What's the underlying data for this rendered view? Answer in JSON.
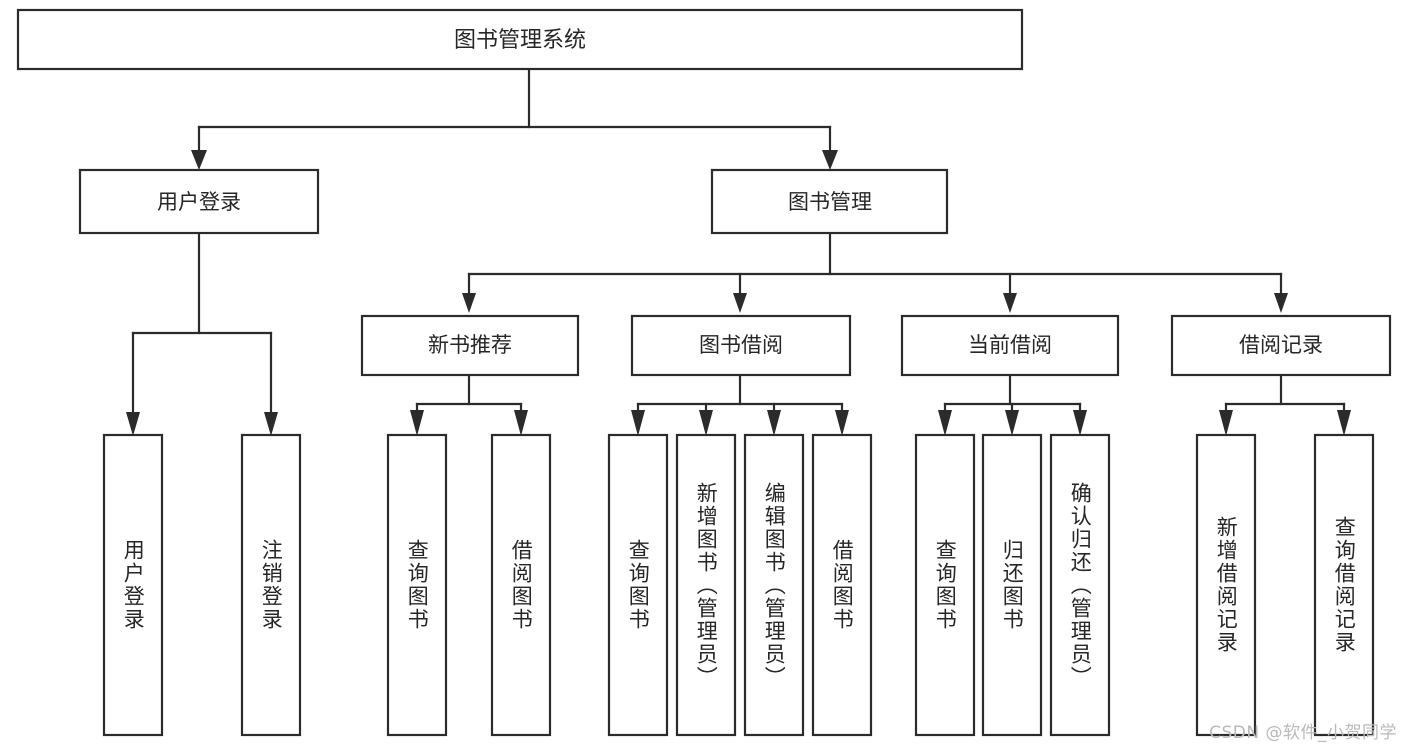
{
  "diagram": {
    "type": "tree",
    "title": "图书管理系统",
    "root": {
      "label": "图书管理系统",
      "name": "root-node"
    },
    "level1": [
      {
        "label": "用户登录",
        "name": "node-user-login"
      },
      {
        "label": "图书管理",
        "name": "node-book-management"
      }
    ],
    "level2": [
      {
        "label": "新书推荐",
        "name": "node-new-book-recommend"
      },
      {
        "label": "图书借阅",
        "name": "node-book-borrow"
      },
      {
        "label": "当前借阅",
        "name": "node-current-borrow"
      },
      {
        "label": "借阅记录",
        "name": "node-borrow-record"
      }
    ],
    "leaves": {
      "user_login": [
        {
          "label": "用户登录",
          "name": "leaf-user-login"
        },
        {
          "label": "注销登录",
          "name": "leaf-user-logout"
        }
      ],
      "new_book_recommend": [
        {
          "label": "查询图书",
          "name": "leaf-query-book-recommend"
        },
        {
          "label": "借阅图书",
          "name": "leaf-borrow-book-recommend"
        }
      ],
      "book_borrow": [
        {
          "label": "查询图书",
          "name": "leaf-query-book-borrow"
        },
        {
          "label": "新增图书（管理员）",
          "name": "leaf-add-book-admin"
        },
        {
          "label": "编辑图书（管理员）",
          "name": "leaf-edit-book-admin"
        },
        {
          "label": "借阅图书",
          "name": "leaf-borrow-book"
        }
      ],
      "current_borrow": [
        {
          "label": "查询图书",
          "name": "leaf-query-book-current"
        },
        {
          "label": "归还图书",
          "name": "leaf-return-book"
        },
        {
          "label": "确认归还（管理员）",
          "name": "leaf-confirm-return-admin"
        }
      ],
      "borrow_record": [
        {
          "label": "新增借阅记录",
          "name": "leaf-add-borrow-record"
        },
        {
          "label": "查询借阅记录",
          "name": "leaf-query-borrow-record"
        }
      ]
    }
  },
  "watermark": {
    "text": "CSDN @软件_小贺同学"
  },
  "colors": {
    "stroke": "#2b2b2b",
    "box_fill": "#ffffff",
    "text": "#262626",
    "watermark": "#b9b9b9",
    "background": "#ffffff"
  }
}
